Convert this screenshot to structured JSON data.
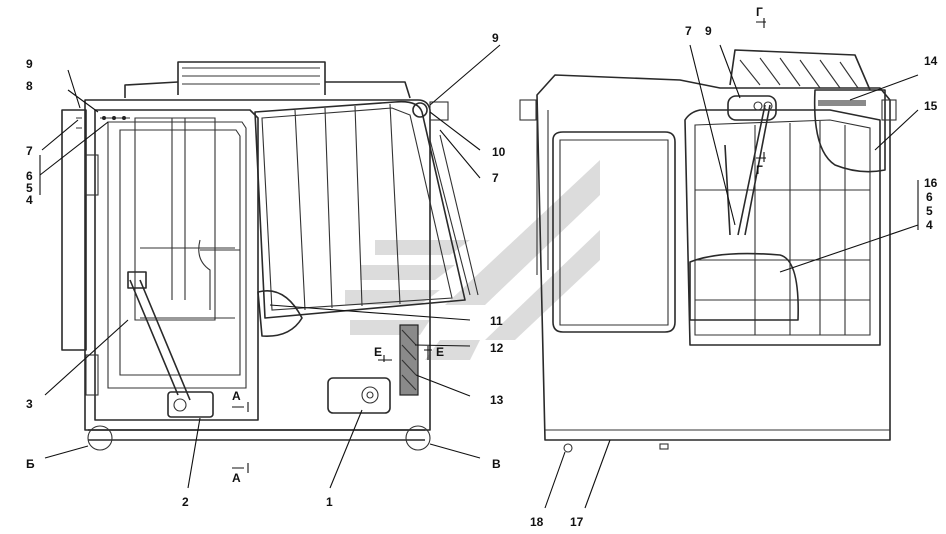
{
  "callouts_left": {
    "n1": "1",
    "n2": "2",
    "n3": "3",
    "n4": "4",
    "n5": "5",
    "n6": "6",
    "n7a": "7",
    "n7b": "7",
    "n8": "8",
    "n9a": "9",
    "n9b": "9",
    "n10": "10",
    "n11": "11",
    "n12": "12",
    "n13": "13"
  },
  "callouts_right": {
    "n4": "4",
    "n5": "5",
    "n6": "6",
    "n7": "7",
    "n9": "9",
    "n14": "14",
    "n15": "15",
    "n16": "16",
    "n17": "17",
    "n18": "18"
  },
  "views": {
    "a_top": "А",
    "a_bottom": "А",
    "b": "Б",
    "v": "В",
    "e_left": "Е",
    "e_right": "Е",
    "g_top": "Г",
    "g_mid": "Г"
  }
}
